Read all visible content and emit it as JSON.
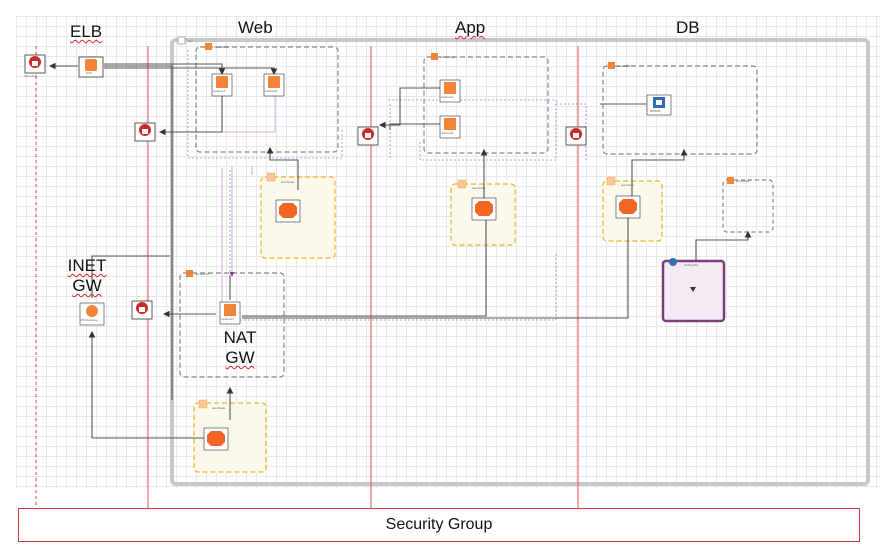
{
  "diagram": {
    "column_labels": {
      "elb": "ELB",
      "web": "Web",
      "app": "App",
      "db": "DB"
    },
    "inet_gateway_label": [
      "INET",
      "GW"
    ],
    "nat_gateway_label": [
      "NAT",
      "GW"
    ],
    "security_group_label": "Security Group",
    "small_labels": {
      "vpc": "vpc",
      "subnet_web": "subnetWeb",
      "subnet_app": "subnetApp",
      "subnet_db": "subnetDB",
      "subnet_pub": "subnetPub",
      "subnet_db2": "subnetDB",
      "elb": "ELB",
      "instance_web_1": "InstanceA",
      "instance_web_2": "InstanceB",
      "instance_app_1": "InstanceA",
      "instance_app_2": "InstanceB",
      "rds": "RDSDB",
      "nat_instance": "InstanceN",
      "igw": "VPCGateway",
      "security_group": "SecurityG",
      "asg": "autoScale",
      "scaling": "ScalingPol"
    },
    "colors": {
      "security_red": "#cc2b2b",
      "aws_orange": "#f58536",
      "asg_yellow": "#f0b429",
      "vpc_border": "#c8c8c8",
      "subnet_dash": "#8a8a8a",
      "purple": "#7b3f7e",
      "connector": "#555555",
      "rds_blue": "#2f6db5"
    }
  }
}
